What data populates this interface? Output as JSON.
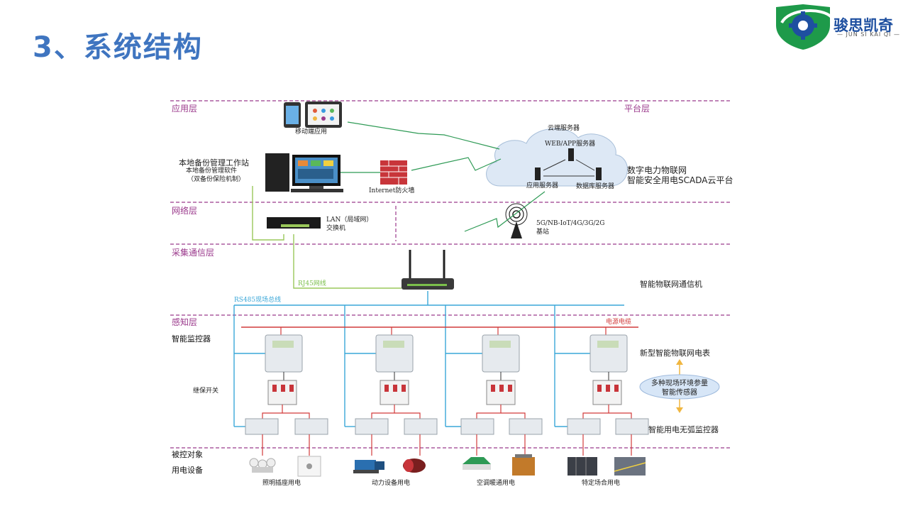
{
  "slide": {
    "title": "3、系统结构"
  },
  "logo": {
    "name": "骏思凯奇",
    "subtitle": "— JUN SI KAI QI —",
    "icon": "gear-shield-icon",
    "colors": {
      "shield": "#1e9a4a",
      "gear": "#1e4fa0",
      "text": "#1e4fa0"
    }
  },
  "layers": {
    "application": "应用层",
    "platform": "平台层",
    "network": "网络层",
    "acquisition": "采集通信层",
    "perception": "感知层",
    "controlled_object": "被控对象"
  },
  "nodes": {
    "mobile_app": "移动端应用",
    "cloud_server": "云端服务器",
    "web_app_server": "WEB/APP服务器",
    "app_server": "应用服务器",
    "db_server": "数据库服务器",
    "platform_name_1": "数字电力物联网",
    "platform_name_2": "智能安全用电SCADA云平台",
    "workstation_title": "本地备份管理工作站",
    "workstation_sub": "本地备份管理软件",
    "workstation_note": "（双备份保险机制）",
    "firewall": "Internet防火墙",
    "lan_switch_1": "LAN（局域网）",
    "lan_switch_2": "交换机",
    "base_station_1": "5G/NB-IoT/4G/3G/2G",
    "base_station_2": "基站",
    "gateway": "智能物联网通信机",
    "rj45": "RJ45网线",
    "rs485": "RS485现场总线",
    "power_cable": "电源电缆",
    "smart_monitor": "智能监控器",
    "new_meter": "新型智能物联网电表",
    "breaker": "继保开关",
    "sensor_1": "多种现场环境参量",
    "sensor_2": "智能传感器",
    "arc_monitor": "智能用电无弧监控器",
    "electrical_equipment": "用电设备"
  },
  "equipment_groups": [
    {
      "label": "照明插座用电"
    },
    {
      "label": "动力设备用电"
    },
    {
      "label": "空调暖通用电"
    },
    {
      "label": "特定场合用电"
    }
  ],
  "colors": {
    "title": "#3f75c0",
    "layer_label": "#9b3a8c",
    "divider": "#9b3a8c",
    "rs485_line": "#3aa7d8",
    "rj45_line": "#9ac85a",
    "wireless_line": "#2e9a55",
    "power_line": "#d23b3b",
    "cloud_fill": "#dde8f5",
    "sensor_fill": "#d7e6f7",
    "sensor_arrow": "#f0b640"
  }
}
